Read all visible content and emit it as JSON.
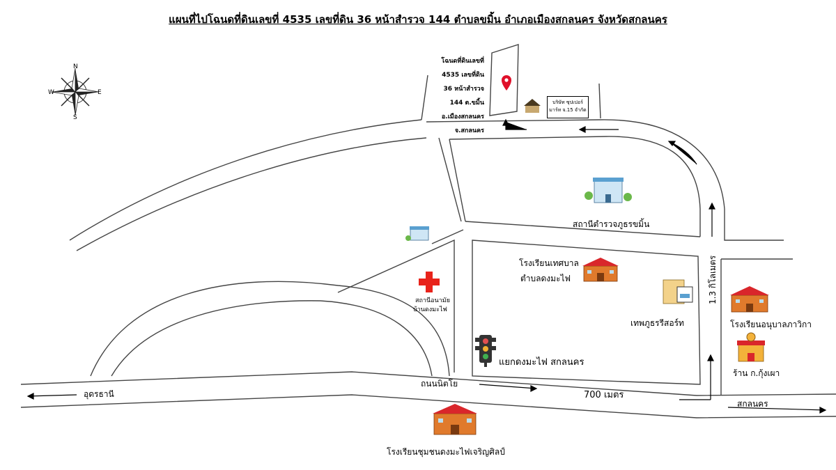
{
  "title": "แผนที่ไปโฉนดที่ดินเลขที่ 4535 เลขที่ดิน 36 หน้าสำรวจ 144 ตำบลขมิ้น อำเภอเมืองสกลนคร จังหวัดสกลนคร",
  "compass": {
    "n": "N",
    "s": "S",
    "e": "E",
    "w": "W"
  },
  "parcel_note": {
    "line1": "โฉนดที่ดินเลขที่",
    "line2": "4535 เลขที่ดิน",
    "line3": "36 หน้าสำรวจ",
    "line4": "144 ต.ขมิ้น",
    "line5": "อ.เมืองสกลนคร",
    "line6": "จ.สกลนคร"
  },
  "company": {
    "line1": "บริษัท ซุปเปอร์",
    "line2": "มาร์ท จ.15 จำกัด"
  },
  "places": {
    "police": "สถานีตำรวจภูธรขมิ้น",
    "municipal_school_1": "โรงเรียนเทศบาล",
    "municipal_school_2": "ตำบลดงมะไฟ",
    "health_1": "สถานีอนามัย",
    "health_2": "บ้านดงมะไฟ",
    "resort": "เทพภูธรรีสอร์ท",
    "kindergarten": "โรงเรียนอนุบาลภาวิกา",
    "shop": "ร้าน ก.กุ้งเผา",
    "intersection": "แยกดงมะไฟ สกลนคร",
    "road": "ถนนนิตโย",
    "udon": "อุดรธานี",
    "sakon": "สกลนคร",
    "dist_700": "700 เมตร",
    "dist_13": "1.3 กิโลเมตร",
    "community_school": "โรงเรียนชุมชนดงมะไฟเจริญศิลป์"
  },
  "colors": {
    "road": "#444444",
    "pin": "#e0102a",
    "cross": "#e8231b",
    "roof": "#d9262b",
    "wall": "#e07a2c"
  }
}
